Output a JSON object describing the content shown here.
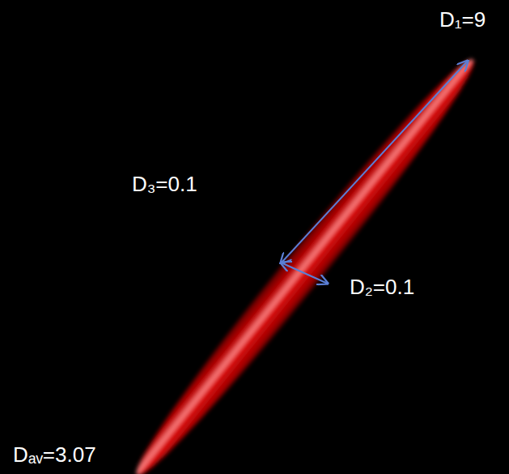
{
  "diagram": {
    "labels": [
      "D₁=9",
      "D₃=0.1",
      "D₂=0.1",
      "Dₐᵥ=3.07"
    ]
  }
}
